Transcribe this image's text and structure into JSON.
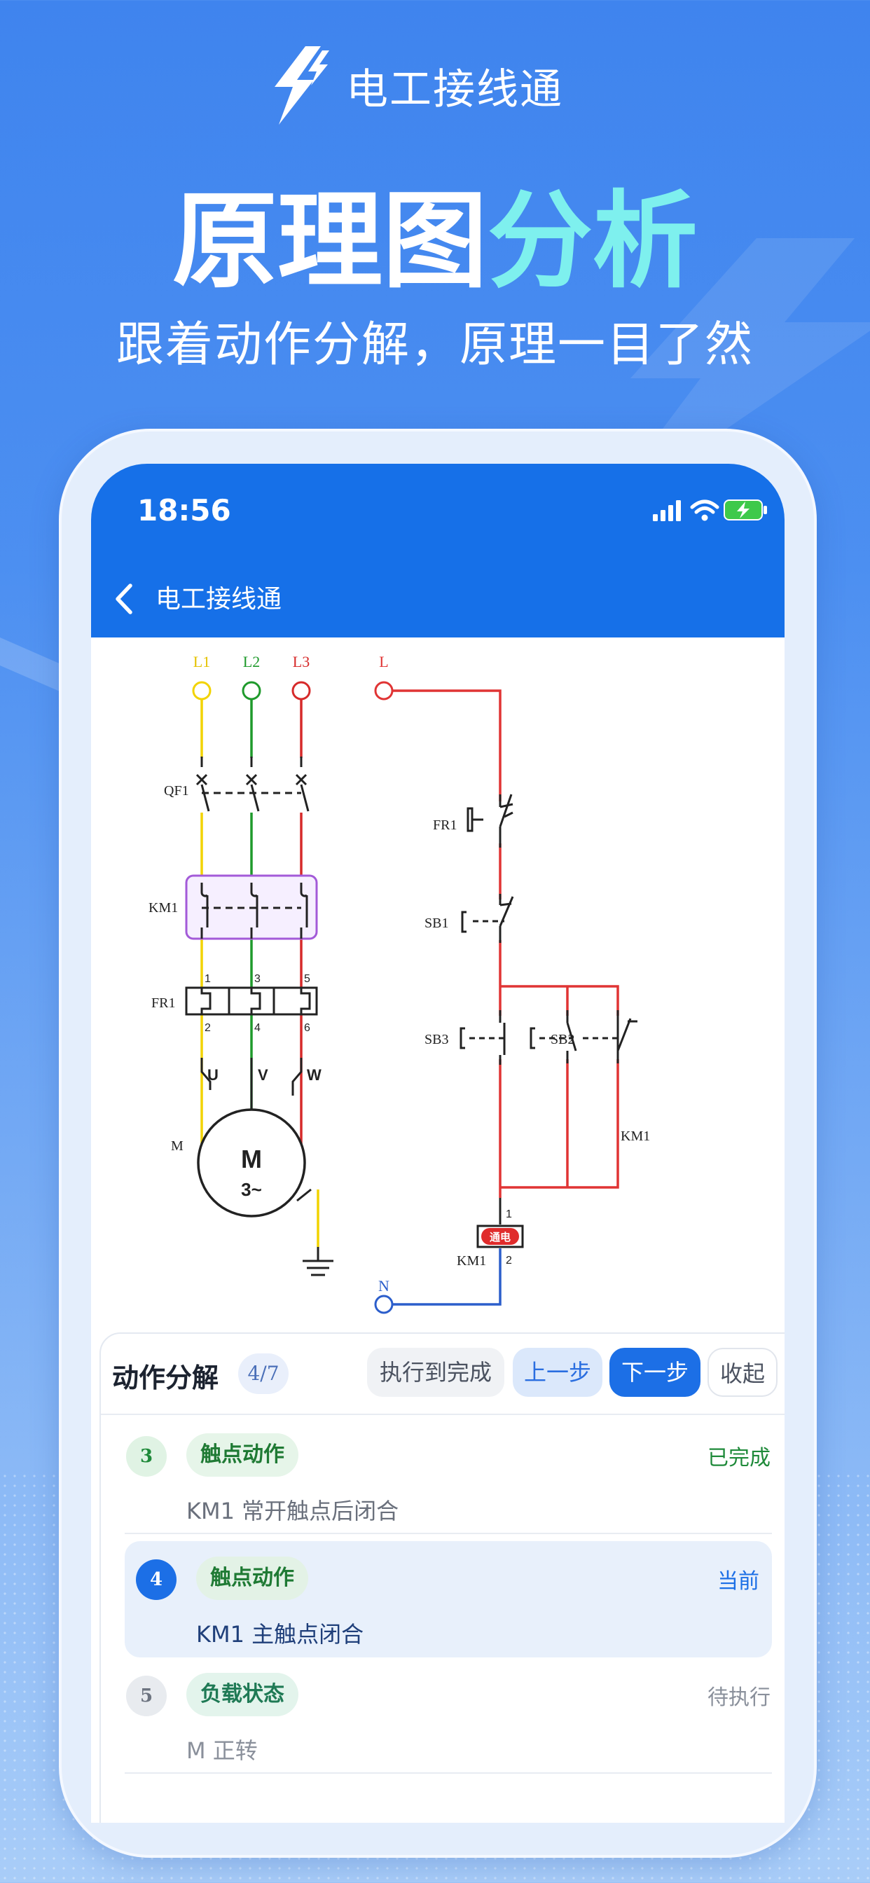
{
  "brand": {
    "name": "电工接线通"
  },
  "headline": {
    "part1": "原理图",
    "part2": "分析"
  },
  "subline": "跟着动作分解，原理一目了然",
  "status_bar": {
    "time": "18:56"
  },
  "nav": {
    "title": "电工接线通"
  },
  "colors": {
    "primary": "#1670e8",
    "accent_cyan": "#7ef0ee",
    "wire_red": "#e03434",
    "wire_yellow": "#f2d300",
    "wire_green": "#1f9a2c",
    "wire_blue": "#2c5ecb"
  },
  "diagram": {
    "lines": {
      "l1": "L1",
      "l2": "L2",
      "l3": "L3",
      "l": "L",
      "n": "N"
    },
    "components": {
      "qf1": "QF1",
      "km1_main": "KM1",
      "fr1_main": "FR1",
      "motor_label": "M",
      "motor_symbol": "M",
      "motor_phase": "3~",
      "fr1_ctrl": "FR1",
      "sb1": "SB1",
      "sb3": "SB3",
      "sb2": "SB2",
      "km1_aux": "KM1",
      "km1_coil": "KM1"
    },
    "terminals": {
      "t1": "1",
      "t3": "3",
      "t5": "5",
      "t2": "2",
      "t4": "4",
      "t6": "6",
      "u": "U",
      "v": "V",
      "w": "W",
      "coil_top": "1",
      "coil_bottom": "2"
    },
    "coil_badge": "通电"
  },
  "panel": {
    "title": "动作分解",
    "step_counter": "4/7",
    "btn_run": "执行到完成",
    "btn_prev": "上一步",
    "btn_next": "下一步",
    "btn_fold": "收起",
    "steps": [
      {
        "num": "3",
        "tag": "触点动作",
        "desc": "KM1 常开触点后闭合",
        "status": "已完成"
      },
      {
        "num": "4",
        "tag": "触点动作",
        "desc": "KM1 主触点闭合",
        "status": "当前"
      },
      {
        "num": "5",
        "tag": "负载状态",
        "desc": "M 正转",
        "status": "待执行"
      }
    ]
  }
}
